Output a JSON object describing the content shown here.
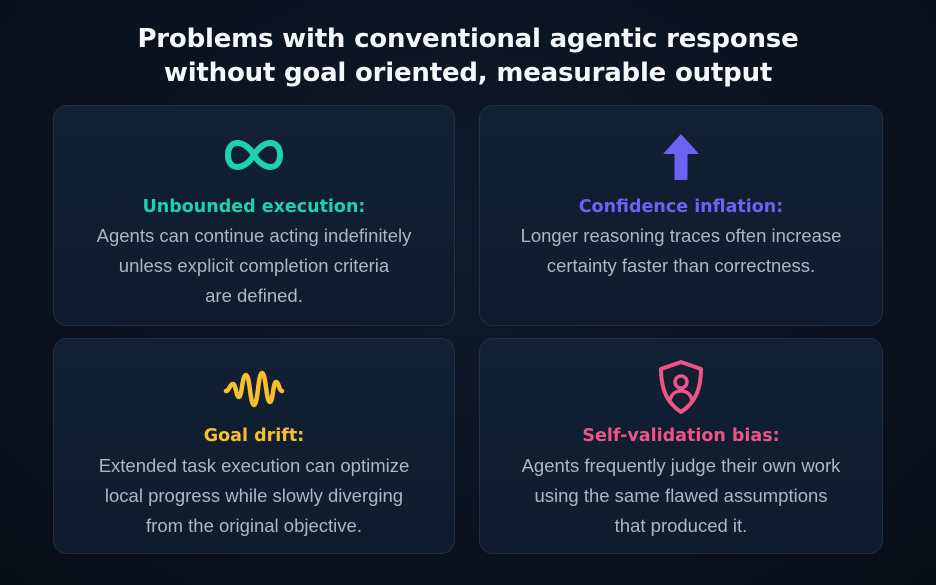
{
  "title": {
    "line1": "Problems with conventional agentic response",
    "line2": "without goal oriented, measurable output"
  },
  "colors": {
    "background": "#0a1321",
    "card_background": "#112033",
    "card_border": "#1f3044",
    "body_text": "#aeb6c2",
    "teal": "#1dd1b1",
    "purple": "#6c63f5",
    "yellow": "#f7bf2e",
    "pink": "#f0538a"
  },
  "cards": [
    {
      "icon": "infinity-icon",
      "heading": "Unbounded execution:",
      "body": "Agents can continue acting indefinitely\nunless explicit completion criteria\nare defined."
    },
    {
      "icon": "arrow-up-icon",
      "heading": "Confidence inflation:",
      "body": "Longer reasoning traces often increase\ncertainty faster than correctness."
    },
    {
      "icon": "waveform-icon",
      "heading": "Goal drift:",
      "body": "Extended task execution can optimize\nlocal progress while slowly diverging\nfrom the original objective."
    },
    {
      "icon": "shield-user-icon",
      "heading": "Self-validation bias:",
      "body": "Agents frequently judge their own work\nusing the same flawed assumptions\nthat produced it."
    }
  ]
}
